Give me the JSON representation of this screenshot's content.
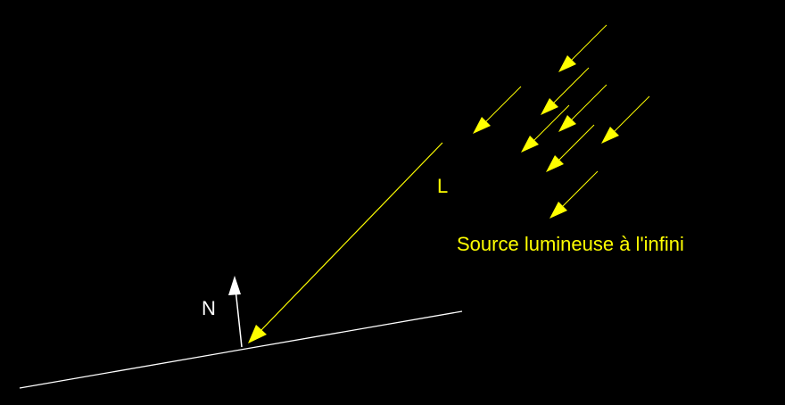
{
  "labels": {
    "light_vector": "L",
    "normal_vector": "N",
    "source_caption": "Source lumineuse à l'infini"
  },
  "colors": {
    "background": "#000000",
    "light": "#ffff00",
    "surface": "#ffffff",
    "normal": "#ffffff"
  }
}
